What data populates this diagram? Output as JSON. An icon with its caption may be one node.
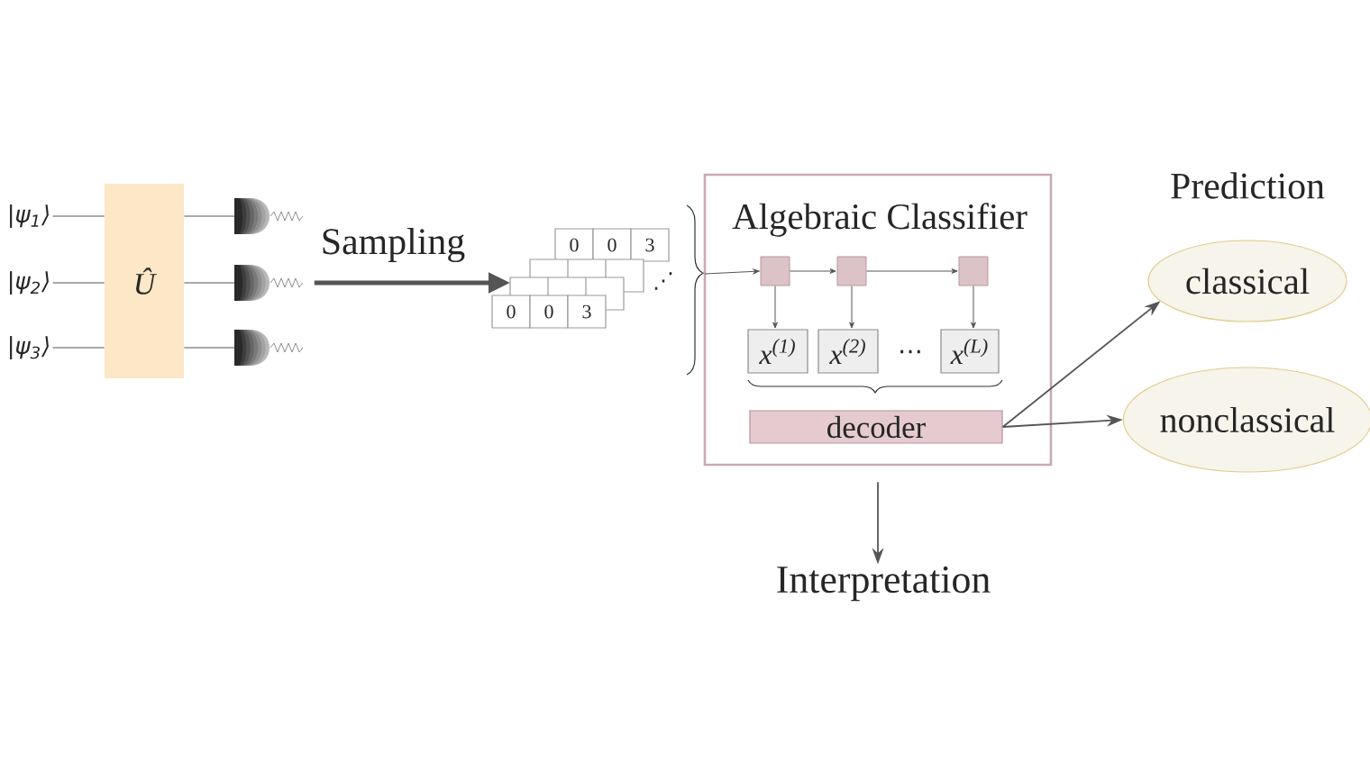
{
  "diagram": {
    "nodes": [
      {
        "text": [
          "|ψ$_{1}$⟩"
        ]
      },
      {
        "text": [
          "|ψ$_{2}$⟩"
        ]
      },
      {
        "text": [
          "|ψ$_{3}$⟩"
        ]
      },
      {
        "text": [
          "Û"
        ]
      },
      {
        "text": [],
        "shape": "picture"
      },
      {
        "text": [],
        "shape": "picture"
      },
      {
        "text": [],
        "shape": "picture"
      },
      {
        "text": [
          "0",
          "0",
          "3"
        ]
      },
      {
        "text": [],
        "shape": "table"
      },
      {
        "text": [],
        "shape": "table"
      },
      {
        "text": [
          "0",
          "0",
          "3"
        ]
      },
      {
        "text": [
          "Algebraic Classifier"
        ]
      },
      {
        "text": [],
        "shape": "box",
        "in": 11
      },
      {
        "text": [],
        "shape": "box",
        "in": 11
      },
      {
        "text": [],
        "shape": "box",
        "in": 11
      },
      {
        "text": [
          "x$^{(1)}$"
        ],
        "in": 11
      },
      {
        "text": [
          "x$^{(2)}$"
        ],
        "in": 11
      },
      {
        "text": [
          "x$^{(L)}$"
        ],
        "in": 11
      },
      {
        "text": [
          "decoder"
        ],
        "in": 11
      },
      {
        "text": [
          "classical"
        ]
      },
      {
        "text": [
          "nonclassical"
        ]
      },
      {
        "text": [
          "Interpretation"
        ]
      }
    ],
    "edges": [
      {
        "from": 0,
        "to": 3,
        "arrow": "none"
      },
      {
        "from": 1,
        "to": 3,
        "arrow": "none"
      },
      {
        "from": 2,
        "to": 3,
        "arrow": "none"
      },
      {
        "from": 3,
        "to": 4,
        "arrow": "none"
      },
      {
        "from": 3,
        "to": 5,
        "arrow": "none"
      },
      {
        "from": 3,
        "to": 6,
        "arrow": "none"
      },
      {
        "from": 5,
        "to": 9,
        "arrow": "to",
        "label": "Sampling",
        "style": "thick"
      },
      {
        "from": null,
        "to": 12,
        "arrow": "to"
      },
      {
        "from": 12,
        "to": 13,
        "arrow": "to"
      },
      {
        "from": 13,
        "to": 14,
        "arrow": "to"
      },
      {
        "from": 12,
        "to": 15,
        "arrow": "to"
      },
      {
        "from": 13,
        "to": 16,
        "arrow": "to"
      },
      {
        "from": 14,
        "to": 17,
        "arrow": "to"
      },
      {
        "from": 18,
        "to": 19,
        "arrow": "to"
      },
      {
        "from": 18,
        "to": 20,
        "arrow": "to"
      },
      {
        "from": 11,
        "to": 21,
        "arrow": "to"
      }
    ],
    "labels": [
      "⋰",
      "⋯",
      "Prediction"
    ]
  }
}
